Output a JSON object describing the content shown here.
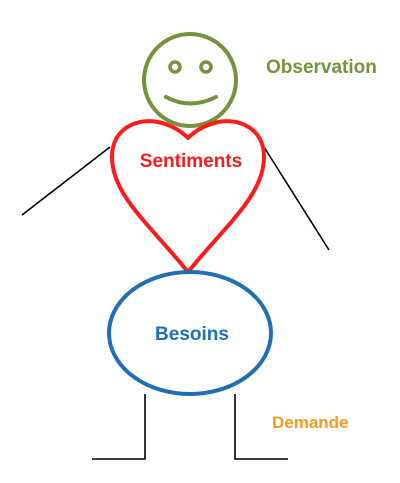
{
  "labels": {
    "observation": "Observation",
    "sentiments": "Sentiments",
    "besoins": "Besoins",
    "demande": "Demande"
  },
  "colors": {
    "observation": "#76923c",
    "sentiments": "#ff1a1a",
    "besoins": "#1f6fb8",
    "demande": "#f79a1e",
    "body": "#000000"
  },
  "icons": {
    "head": "smiley-face-icon",
    "heart": "heart-icon",
    "belly": "ellipse-icon"
  }
}
